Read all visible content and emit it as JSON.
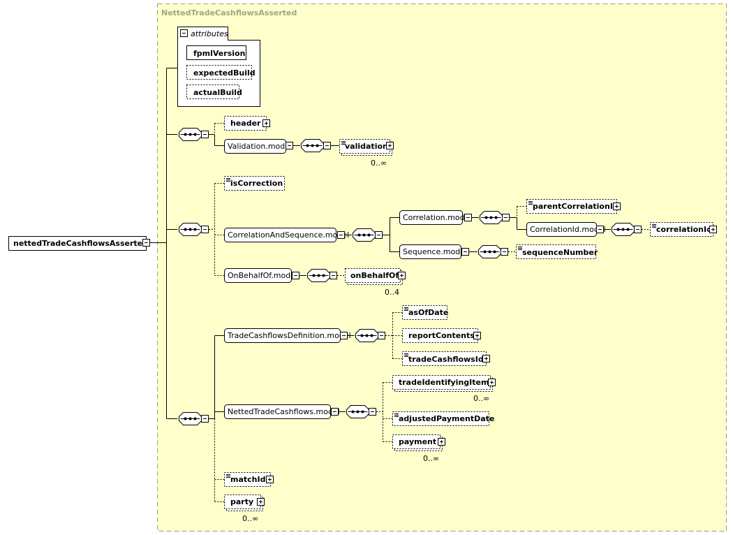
{
  "root": {
    "label": "nettedTradeCashflowsAsserted"
  },
  "type": {
    "title": "NettedTradeCashflowsAsserted"
  },
  "attributes": {
    "label": "attributes",
    "items": [
      "fpmlVersion",
      "expectedBuild",
      "actualBuild"
    ]
  },
  "seq1": {
    "header": "header",
    "validation_model": "Validation.model",
    "validation": "validation",
    "validation_occ": "0..∞"
  },
  "seq2": {
    "isCorrection": "isCorrection",
    "correlation_and_sequence_model": "CorrelationAndSequence.model",
    "correlation_model": "Correlation.model",
    "parentCorrelationId": "parentCorrelationId",
    "correlationId_model": "CorrelationId.model",
    "correlationId": "correlationId",
    "sequence_model": "Sequence.model",
    "sequenceNumber": "sequenceNumber",
    "onBehalfOf_model": "OnBehalfOf.model",
    "onBehalfOf": "onBehalfOf",
    "onBehalfOf_occ": "0..4"
  },
  "seq3": {
    "tcd_model": "TradeCashflowsDefinition.model",
    "asOfDate": "asOfDate",
    "reportContents": "reportContents",
    "tradeCashflowsId": "tradeCashflowsId",
    "ntc_model": "NettedTradeCashflows.model",
    "tradeIdentifyingItems": "tradeIdentifyingItems",
    "tradeIdentifyingItems_occ": "0..∞",
    "adjustedPaymentDate": "adjustedPaymentDate",
    "payment": "payment",
    "payment_occ": "0..∞",
    "matchId": "matchId",
    "party": "party",
    "party_occ": "0..∞"
  },
  "colors": {
    "type_bg": "#ffffcc",
    "type_border": "#9a9a8a",
    "title": "#a3a38a"
  }
}
